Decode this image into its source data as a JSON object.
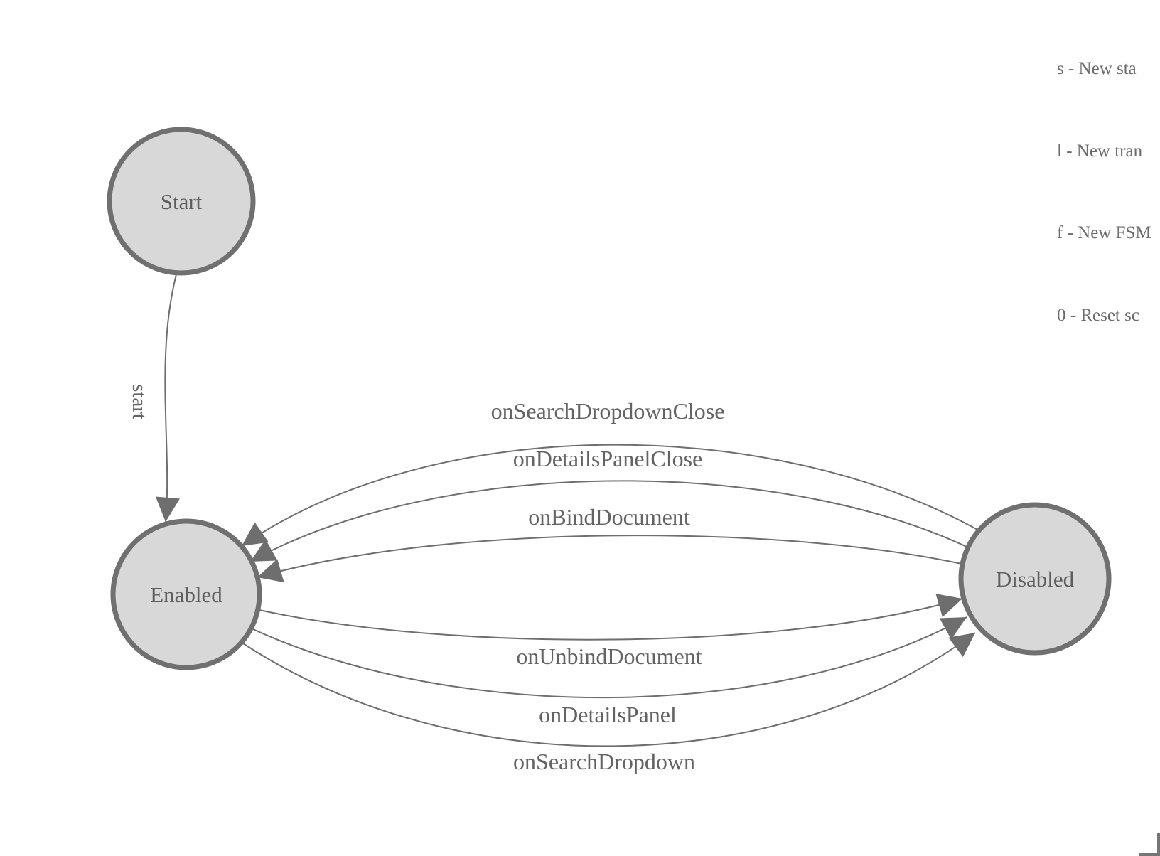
{
  "diagram": {
    "states": {
      "start": {
        "label": "Start"
      },
      "enabled": {
        "label": "Enabled"
      },
      "disabled": {
        "label": "Disabled"
      }
    },
    "transitions": {
      "start_to_enabled": {
        "label": "start"
      },
      "disabled_to_enabled": [
        {
          "label": "onSearchDropdownClose"
        },
        {
          "label": "onDetailsPanelClose"
        },
        {
          "label": "onBindDocument"
        }
      ],
      "enabled_to_disabled": [
        {
          "label": "onUnbindDocument"
        },
        {
          "label": "onDetailsPanel"
        },
        {
          "label": "onSearchDropdown"
        }
      ]
    },
    "colors": {
      "node_fill": "#d8d8d8",
      "node_stroke": "#707070",
      "edge_stroke": "#6e6e6e",
      "label_text": "#5e5e5e",
      "legend_text": "#6b6b6b"
    }
  },
  "legend": {
    "lines": [
      "s - New sta",
      "l - New tran",
      "f - New FSM",
      "0 - Reset sc"
    ]
  }
}
